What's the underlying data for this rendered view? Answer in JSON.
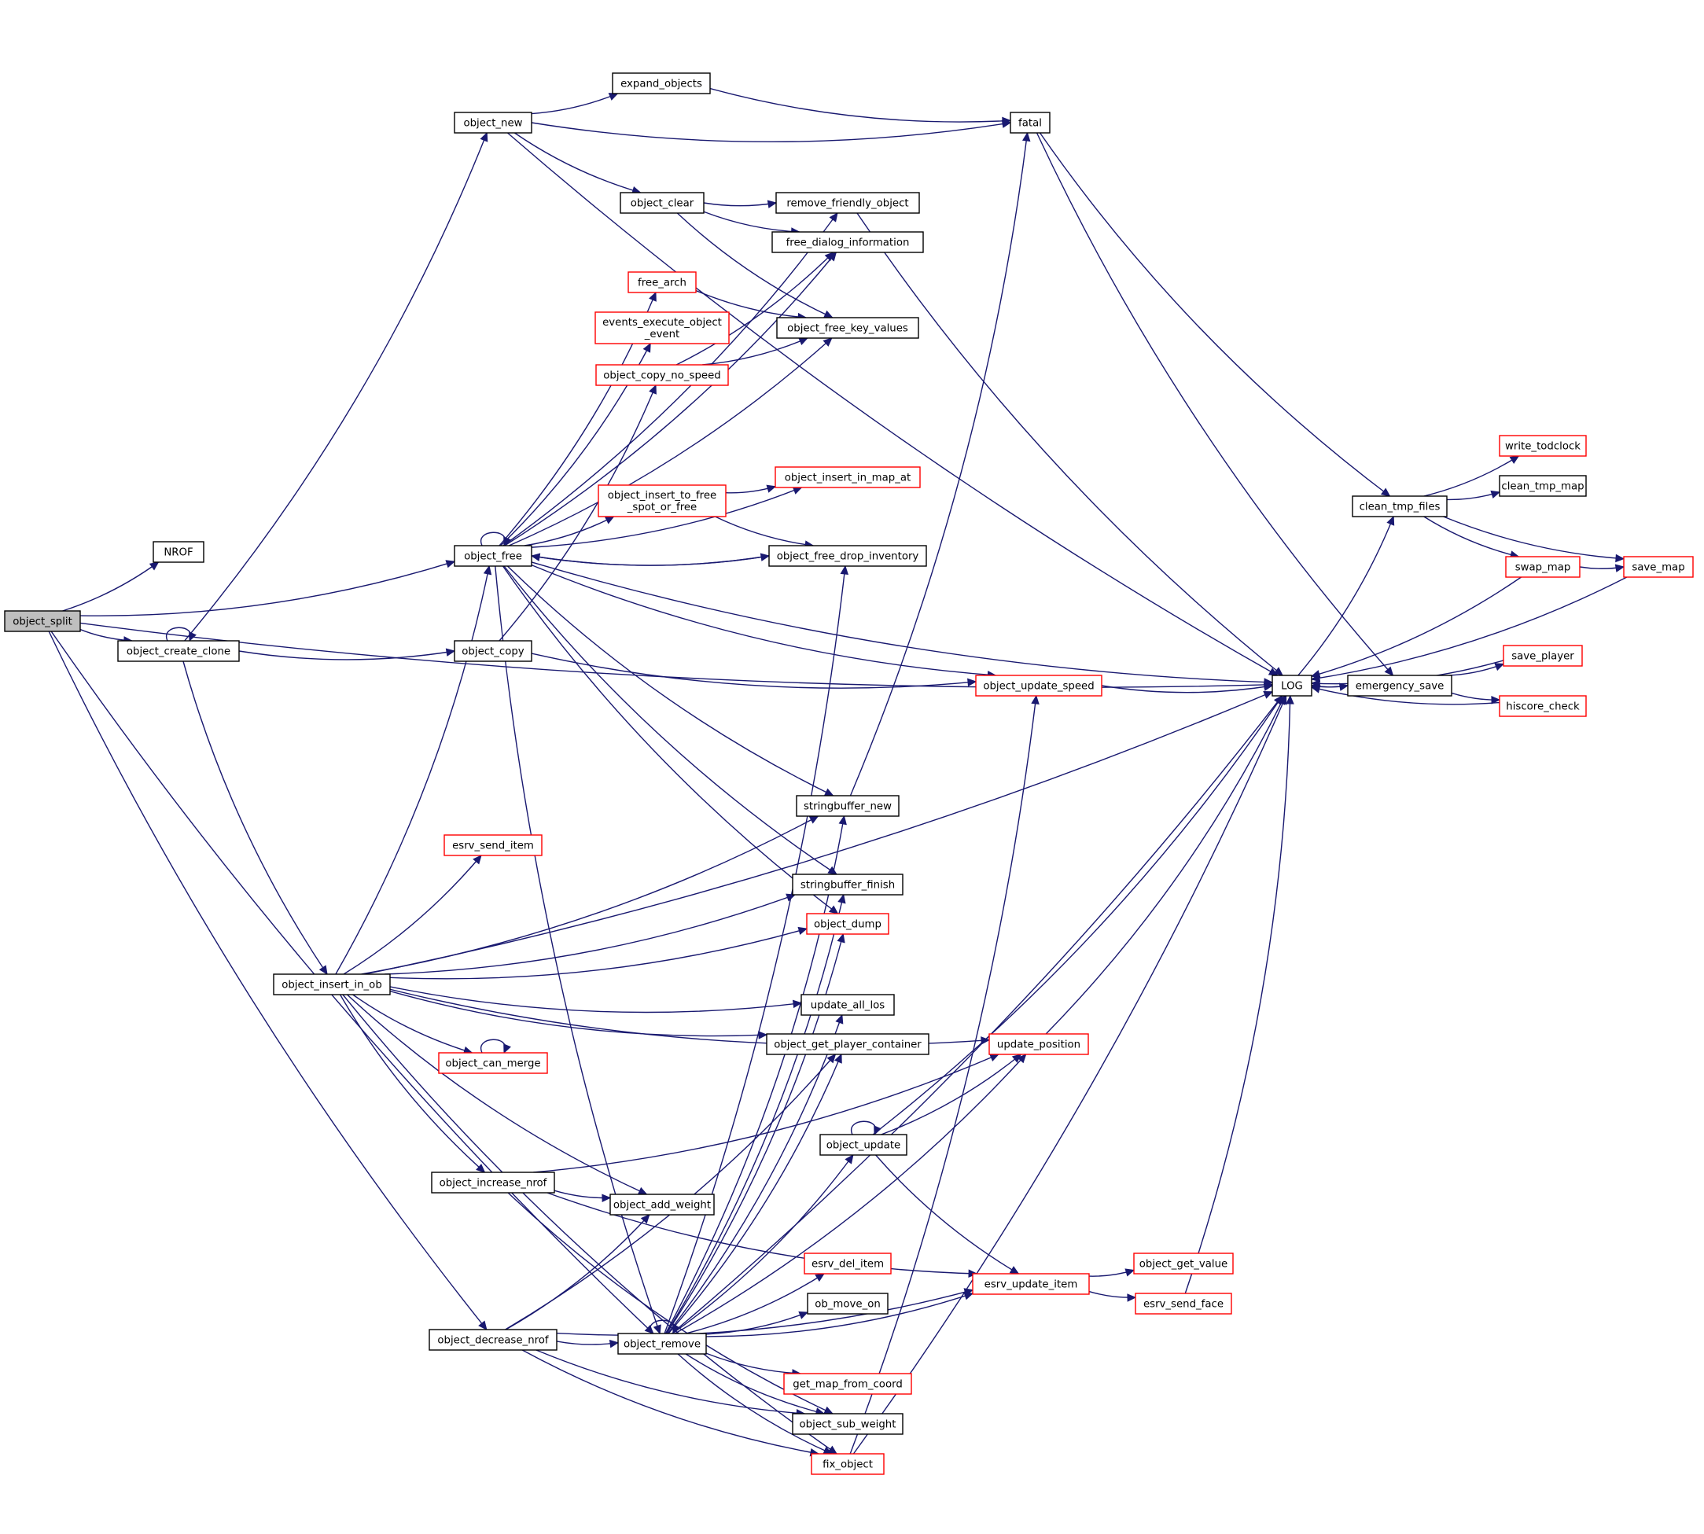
{
  "colors": {
    "edge": "#191970",
    "truncated_border": "#ff0000",
    "normal_border": "#000000",
    "root_fill": "#bfbfbf"
  },
  "nodes": [
    {
      "id": "object_split",
      "lines": [
        "object_split"
      ],
      "root": true
    },
    {
      "id": "NROF",
      "lines": [
        "NROF"
      ]
    },
    {
      "id": "object_create_clone",
      "lines": [
        "object_create_clone"
      ]
    },
    {
      "id": "object_new",
      "lines": [
        "object_new"
      ]
    },
    {
      "id": "expand_objects",
      "lines": [
        "expand_objects"
      ]
    },
    {
      "id": "fatal",
      "lines": [
        "fatal"
      ]
    },
    {
      "id": "object_clear",
      "lines": [
        "object_clear"
      ]
    },
    {
      "id": "remove_friendly_object",
      "lines": [
        "remove_friendly_object"
      ]
    },
    {
      "id": "free_dialog_information",
      "lines": [
        "free_dialog_information"
      ]
    },
    {
      "id": "free_arch",
      "lines": [
        "free_arch"
      ],
      "red": true
    },
    {
      "id": "object_free_key_values",
      "lines": [
        "object_free_key_values"
      ]
    },
    {
      "id": "events_execute_object_event",
      "lines": [
        "events_execute_object",
        "_event"
      ],
      "red": true
    },
    {
      "id": "object_copy_no_speed",
      "lines": [
        "object_copy_no_speed"
      ],
      "red": true
    },
    {
      "id": "object_insert_to_free_spot_or_free",
      "lines": [
        "object_insert_to_free",
        "_spot_or_free"
      ],
      "red": true
    },
    {
      "id": "object_insert_in_map_at",
      "lines": [
        "object_insert_in_map_at"
      ],
      "red": true
    },
    {
      "id": "object_free",
      "lines": [
        "object_free"
      ]
    },
    {
      "id": "object_free_drop_inventory",
      "lines": [
        "object_free_drop_inventory"
      ]
    },
    {
      "id": "object_copy",
      "lines": [
        "object_copy"
      ]
    },
    {
      "id": "object_update_speed",
      "lines": [
        "object_update_speed"
      ],
      "red": true
    },
    {
      "id": "LOG",
      "lines": [
        "LOG"
      ]
    },
    {
      "id": "emergency_save",
      "lines": [
        "emergency_save"
      ]
    },
    {
      "id": "clean_tmp_files",
      "lines": [
        "clean_tmp_files"
      ]
    },
    {
      "id": "write_todclock",
      "lines": [
        "write_todclock"
      ],
      "red": true
    },
    {
      "id": "clean_tmp_map",
      "lines": [
        "clean_tmp_map"
      ]
    },
    {
      "id": "swap_map",
      "lines": [
        "swap_map"
      ],
      "red": true
    },
    {
      "id": "save_map",
      "lines": [
        "save_map"
      ],
      "red": true
    },
    {
      "id": "save_player",
      "lines": [
        "save_player"
      ],
      "red": true
    },
    {
      "id": "hiscore_check",
      "lines": [
        "hiscore_check"
      ],
      "red": true
    },
    {
      "id": "stringbuffer_new",
      "lines": [
        "stringbuffer_new"
      ]
    },
    {
      "id": "esrv_send_item",
      "lines": [
        "esrv_send_item"
      ],
      "red": true
    },
    {
      "id": "stringbuffer_finish",
      "lines": [
        "stringbuffer_finish"
      ]
    },
    {
      "id": "object_dump",
      "lines": [
        "object_dump"
      ],
      "red": true
    },
    {
      "id": "object_insert_in_ob",
      "lines": [
        "object_insert_in_ob"
      ]
    },
    {
      "id": "update_all_los",
      "lines": [
        "update_all_los"
      ]
    },
    {
      "id": "object_can_merge",
      "lines": [
        "object_can_merge"
      ],
      "red": true
    },
    {
      "id": "object_get_player_container",
      "lines": [
        "object_get_player_container"
      ]
    },
    {
      "id": "update_position",
      "lines": [
        "update_position"
      ],
      "red": true
    },
    {
      "id": "object_update",
      "lines": [
        "object_update"
      ]
    },
    {
      "id": "object_increase_nrof",
      "lines": [
        "object_increase_nrof"
      ]
    },
    {
      "id": "object_add_weight",
      "lines": [
        "object_add_weight"
      ]
    },
    {
      "id": "esrv_del_item",
      "lines": [
        "esrv_del_item"
      ],
      "red": true
    },
    {
      "id": "esrv_update_item",
      "lines": [
        "esrv_update_item"
      ],
      "red": true
    },
    {
      "id": "object_get_value",
      "lines": [
        "object_get_value"
      ],
      "red": true
    },
    {
      "id": "esrv_send_face",
      "lines": [
        "esrv_send_face"
      ],
      "red": true
    },
    {
      "id": "ob_move_on",
      "lines": [
        "ob_move_on"
      ]
    },
    {
      "id": "object_decrease_nrof",
      "lines": [
        "object_decrease_nrof"
      ]
    },
    {
      "id": "object_remove",
      "lines": [
        "object_remove"
      ]
    },
    {
      "id": "get_map_from_coord",
      "lines": [
        "get_map_from_coord"
      ],
      "red": true
    },
    {
      "id": "object_sub_weight",
      "lines": [
        "object_sub_weight"
      ]
    },
    {
      "id": "fix_object",
      "lines": [
        "fix_object"
      ],
      "red": true
    }
  ],
  "edges": [
    [
      "object_split",
      "NROF"
    ],
    [
      "object_split",
      "object_create_clone"
    ],
    [
      "object_split",
      "object_free"
    ],
    [
      "object_split",
      "LOG"
    ],
    [
      "object_split",
      "object_remove"
    ],
    [
      "object_split",
      "object_decrease_nrof"
    ],
    [
      "object_create_clone",
      "object_create_clone"
    ],
    [
      "object_create_clone",
      "object_new"
    ],
    [
      "object_create_clone",
      "object_copy"
    ],
    [
      "object_create_clone",
      "object_insert_in_ob"
    ],
    [
      "object_new",
      "expand_objects"
    ],
    [
      "object_new",
      "fatal"
    ],
    [
      "object_new",
      "object_clear"
    ],
    [
      "object_new",
      "LOG"
    ],
    [
      "expand_objects",
      "fatal"
    ],
    [
      "fatal",
      "clean_tmp_files"
    ],
    [
      "fatal",
      "emergency_save"
    ],
    [
      "object_clear",
      "remove_friendly_object"
    ],
    [
      "object_clear",
      "free_dialog_information"
    ],
    [
      "object_clear",
      "object_free_key_values"
    ],
    [
      "remove_friendly_object",
      "LOG"
    ],
    [
      "free_arch",
      "object_free_key_values"
    ],
    [
      "object_copy_no_speed",
      "object_free_key_values"
    ],
    [
      "object_copy_no_speed",
      "free_dialog_information"
    ],
    [
      "object_insert_to_free_spot_or_free",
      "object_insert_in_map_at"
    ],
    [
      "object_insert_to_free_spot_or_free",
      "object_free_drop_inventory"
    ],
    [
      "object_free",
      "object_free"
    ],
    [
      "object_free",
      "remove_friendly_object"
    ],
    [
      "object_free",
      "free_dialog_information"
    ],
    [
      "object_free",
      "free_arch"
    ],
    [
      "object_free",
      "events_execute_object_event"
    ],
    [
      "object_free",
      "object_free_key_values"
    ],
    [
      "object_free",
      "object_insert_in_map_at"
    ],
    [
      "object_free",
      "object_insert_to_free_spot_or_free"
    ],
    [
      "object_free",
      "object_free_drop_inventory"
    ],
    [
      "object_free",
      "LOG"
    ],
    [
      "object_free",
      "object_update_speed"
    ],
    [
      "object_free",
      "stringbuffer_new"
    ],
    [
      "object_free",
      "stringbuffer_finish"
    ],
    [
      "object_free",
      "object_dump"
    ],
    [
      "object_free",
      "object_remove"
    ],
    [
      "object_free_drop_inventory",
      "object_free"
    ],
    [
      "object_copy",
      "object_copy_no_speed"
    ],
    [
      "object_copy",
      "object_update_speed"
    ],
    [
      "object_update_speed",
      "LOG"
    ],
    [
      "LOG",
      "emergency_save"
    ],
    [
      "LOG",
      "clean_tmp_files"
    ],
    [
      "emergency_save",
      "LOG"
    ],
    [
      "emergency_save",
      "save_player"
    ],
    [
      "emergency_save",
      "hiscore_check"
    ],
    [
      "clean_tmp_files",
      "write_todclock"
    ],
    [
      "clean_tmp_files",
      "clean_tmp_map"
    ],
    [
      "clean_tmp_files",
      "swap_map"
    ],
    [
      "clean_tmp_files",
      "save_map"
    ],
    [
      "swap_map",
      "save_map"
    ],
    [
      "swap_map",
      "LOG"
    ],
    [
      "save_map",
      "LOG"
    ],
    [
      "save_player",
      "LOG"
    ],
    [
      "hiscore_check",
      "LOG"
    ],
    [
      "stringbuffer_new",
      "fatal"
    ],
    [
      "object_insert_in_ob",
      "object_free"
    ],
    [
      "object_insert_in_ob",
      "update_position"
    ],
    [
      "object_insert_in_ob",
      "esrv_send_item"
    ],
    [
      "object_insert_in_ob",
      "stringbuffer_new"
    ],
    [
      "object_insert_in_ob",
      "stringbuffer_finish"
    ],
    [
      "object_insert_in_ob",
      "object_dump"
    ],
    [
      "object_insert_in_ob",
      "update_all_los"
    ],
    [
      "object_insert_in_ob",
      "LOG"
    ],
    [
      "object_insert_in_ob",
      "object_can_merge"
    ],
    [
      "object_insert_in_ob",
      "object_get_player_container"
    ],
    [
      "object_insert_in_ob",
      "object_increase_nrof"
    ],
    [
      "object_insert_in_ob",
      "object_add_weight"
    ],
    [
      "object_insert_in_ob",
      "fix_object"
    ],
    [
      "object_can_merge",
      "object_can_merge"
    ],
    [
      "update_position",
      "LOG"
    ],
    [
      "object_update",
      "object_update"
    ],
    [
      "object_update",
      "update_position"
    ],
    [
      "object_update",
      "LOG"
    ],
    [
      "object_update",
      "esrv_update_item"
    ],
    [
      "object_increase_nrof",
      "object_add_weight"
    ],
    [
      "object_increase_nrof",
      "update_position"
    ],
    [
      "object_increase_nrof",
      "esrv_update_item"
    ],
    [
      "object_increase_nrof",
      "object_sub_weight"
    ],
    [
      "esrv_update_item",
      "object_get_value"
    ],
    [
      "esrv_update_item",
      "esrv_send_face"
    ],
    [
      "esrv_send_face",
      "LOG"
    ],
    [
      "object_decrease_nrof",
      "object_remove"
    ],
    [
      "object_decrease_nrof",
      "object_add_weight"
    ],
    [
      "object_decrease_nrof",
      "object_get_player_container"
    ],
    [
      "object_decrease_nrof",
      "object_sub_weight"
    ],
    [
      "object_decrease_nrof",
      "fix_object"
    ],
    [
      "object_decrease_nrof",
      "esrv_update_item"
    ],
    [
      "object_remove",
      "object_remove"
    ],
    [
      "object_remove",
      "object_free_drop_inventory"
    ],
    [
      "object_remove",
      "stringbuffer_new"
    ],
    [
      "object_remove",
      "stringbuffer_finish"
    ],
    [
      "object_remove",
      "object_dump"
    ],
    [
      "object_remove",
      "update_all_los"
    ],
    [
      "object_remove",
      "object_get_player_container"
    ],
    [
      "object_remove",
      "update_position"
    ],
    [
      "object_remove",
      "object_update"
    ],
    [
      "object_remove",
      "LOG"
    ],
    [
      "object_remove",
      "esrv_del_item"
    ],
    [
      "object_remove",
      "esrv_update_item"
    ],
    [
      "object_remove",
      "ob_move_on"
    ],
    [
      "object_remove",
      "get_map_from_coord"
    ],
    [
      "object_remove",
      "object_sub_weight"
    ],
    [
      "object_remove",
      "fix_object"
    ],
    [
      "fix_object",
      "object_update_speed"
    ],
    [
      "fix_object",
      "LOG"
    ]
  ]
}
